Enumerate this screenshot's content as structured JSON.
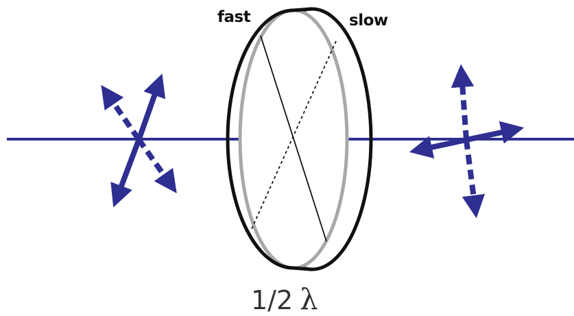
{
  "labels": {
    "fast": "fast",
    "slow": "slow",
    "caption": "1/2",
    "lambda": "λ"
  },
  "colors": {
    "beam": "#2e2f91",
    "arrow": "#2e2f91",
    "plate_outline": "#111111",
    "plate_back": "#a8a8a8"
  }
}
